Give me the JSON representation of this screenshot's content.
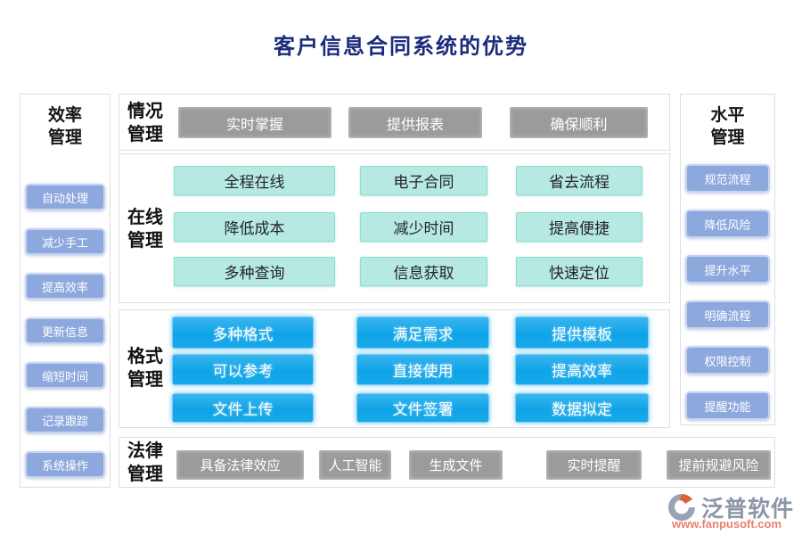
{
  "page": {
    "title": "客户信息合同系统的优势"
  },
  "left_panel": {
    "title_line1": "效率",
    "title_line2": "管理",
    "items": [
      "自动处理",
      "减少手工",
      "提高效率",
      "更新信息",
      "缩短时间",
      "记录跟踪",
      "系统操作"
    ]
  },
  "right_panel": {
    "title_line1": "水平",
    "title_line2": "管理",
    "items": [
      "规范流程",
      "降低风险",
      "提升水平",
      "明确流程",
      "权限控制",
      "提醒功能"
    ]
  },
  "situation_row": {
    "label_line1": "情况",
    "label_line2": "管理",
    "items": [
      "实时掌握",
      "提供报表",
      "确保顺利"
    ]
  },
  "online_row": {
    "label_line1": "在线",
    "label_line2": "管理",
    "items": [
      "全程在线",
      "电子合同",
      "省去流程",
      "降低成本",
      "减少时间",
      "提高便捷",
      "多种查询",
      "信息获取",
      "快速定位"
    ]
  },
  "format_row": {
    "label_line1": "格式",
    "label_line2": "管理",
    "items": [
      "多种格式",
      "满足需求",
      "提供模板",
      "可以参考",
      "直接使用",
      "提高效率",
      "文件上传",
      "文件签署",
      "数据拟定"
    ]
  },
  "legal_row": {
    "label_line1": "法律",
    "label_line2": "管理",
    "items": [
      "具备法律效应",
      "人工智能",
      "生成文件",
      "实时提醒",
      "提前规避风险"
    ]
  },
  "footer": {
    "brand": "泛普软件",
    "url": "www.fanpusoft.com"
  },
  "colors": {
    "title_navy": "#1b2b7c",
    "button_blue": "#0fa3e8",
    "button_teal": "#b5e9e2",
    "button_gray": "#9b9b9b",
    "sidebar_periwinkle": "#8da8dd",
    "brand_gray": "#8d95a8",
    "brand_salmon": "#e8826f"
  }
}
